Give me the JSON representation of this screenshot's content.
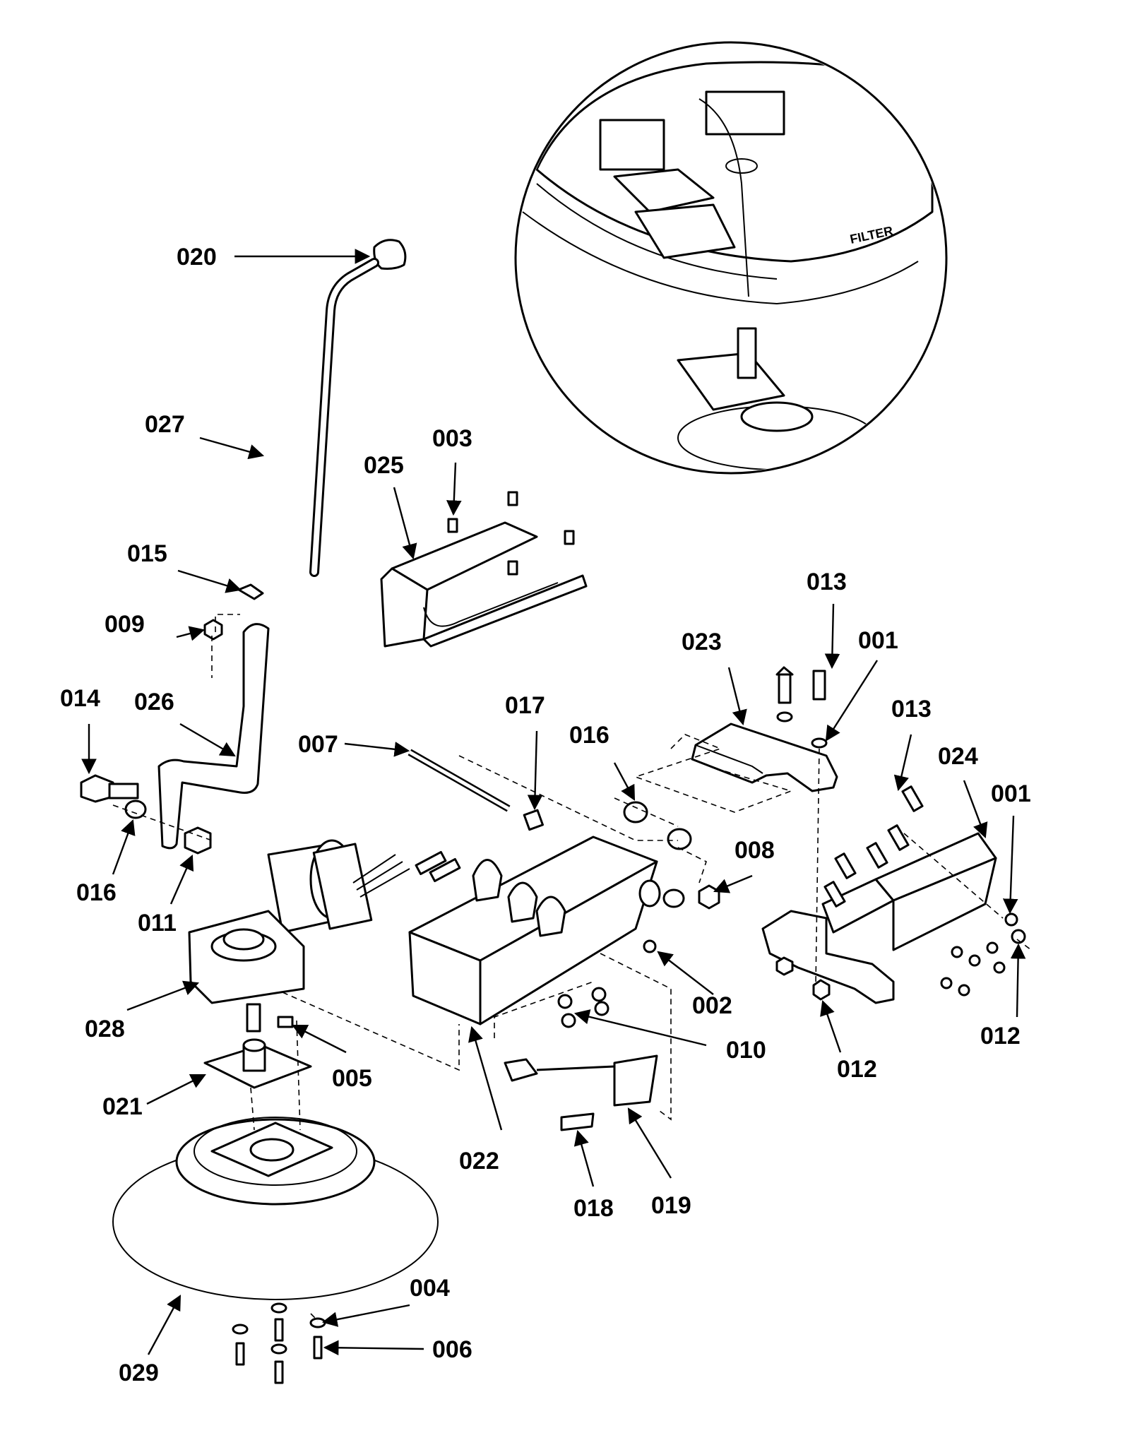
{
  "diagram": {
    "inset_text": "FILTER",
    "labels": [
      {
        "id": "020",
        "text": "020"
      },
      {
        "id": "027",
        "text": "027"
      },
      {
        "id": "015",
        "text": "015"
      },
      {
        "id": "009",
        "text": "009"
      },
      {
        "id": "026",
        "text": "026"
      },
      {
        "id": "014",
        "text": "014"
      },
      {
        "id": "016a",
        "text": "016"
      },
      {
        "id": "011",
        "text": "011"
      },
      {
        "id": "028",
        "text": "028"
      },
      {
        "id": "021",
        "text": "021"
      },
      {
        "id": "005",
        "text": "005"
      },
      {
        "id": "029",
        "text": "029"
      },
      {
        "id": "004",
        "text": "004"
      },
      {
        "id": "006",
        "text": "006"
      },
      {
        "id": "025",
        "text": "025"
      },
      {
        "id": "003",
        "text": "003"
      },
      {
        "id": "007",
        "text": "007"
      },
      {
        "id": "017",
        "text": "017"
      },
      {
        "id": "016b",
        "text": "016"
      },
      {
        "id": "008",
        "text": "008"
      },
      {
        "id": "002",
        "text": "002"
      },
      {
        "id": "010",
        "text": "010"
      },
      {
        "id": "022",
        "text": "022"
      },
      {
        "id": "018",
        "text": "018"
      },
      {
        "id": "019",
        "text": "019"
      },
      {
        "id": "023",
        "text": "023"
      },
      {
        "id": "013a",
        "text": "013"
      },
      {
        "id": "001a",
        "text": "001"
      },
      {
        "id": "013b",
        "text": "013"
      },
      {
        "id": "024",
        "text": "024"
      },
      {
        "id": "001b",
        "text": "001"
      },
      {
        "id": "012a",
        "text": "012"
      },
      {
        "id": "012b",
        "text": "012"
      }
    ]
  }
}
